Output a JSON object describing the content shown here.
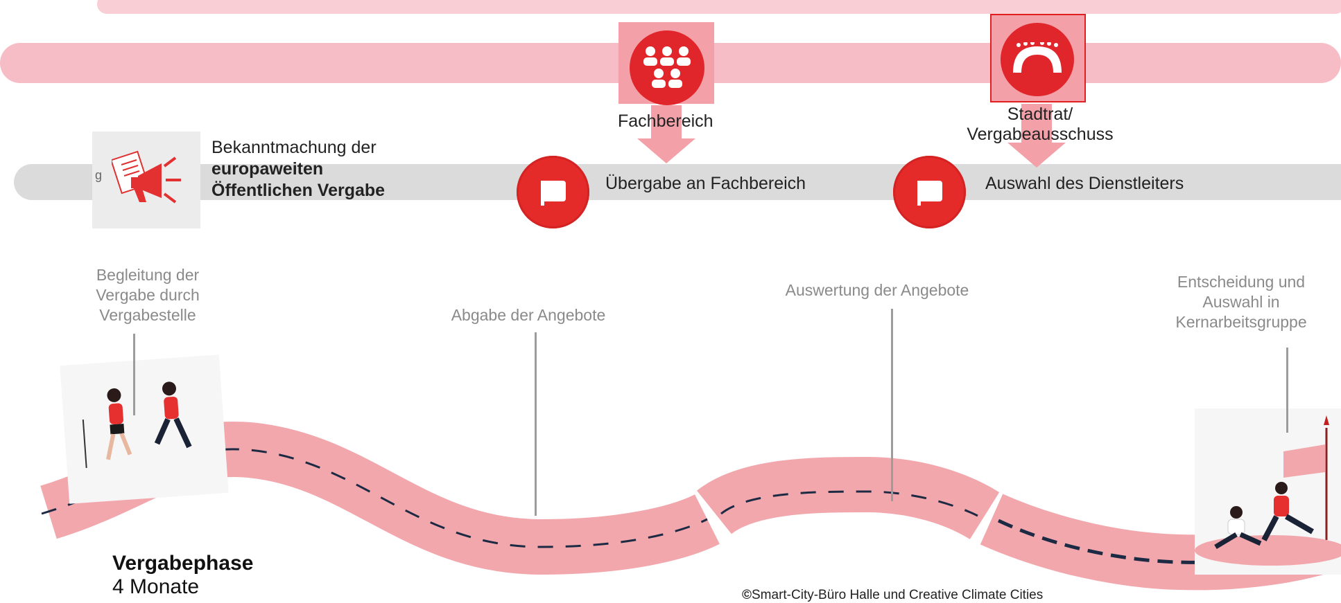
{
  "timeline": {
    "partial_left_text": "g",
    "announcement": {
      "line1": "Bekanntmachung der",
      "line2": "europaweiten",
      "line3": "Öffentlichen Vergabe"
    },
    "milestones": [
      {
        "label": "Übergabe an Fachbereich",
        "actor": "Fachbereich",
        "actor_icon": "group-icon"
      },
      {
        "label": "Auswahl des Dienstleiters",
        "actor_line1": "Stadtrat/",
        "actor_line2": "Vergabeausschuss",
        "actor_icon": "council-chamber-icon"
      }
    ]
  },
  "annotations": {
    "begleitung": [
      "Begleitung der",
      "Vergabe durch",
      "Vergabestelle"
    ],
    "abgabe": "Abgabe der Angebote",
    "auswertung": "Auswertung der Angebote",
    "entscheidung": [
      "Entscheidung und",
      "Auswahl in",
      "Kernarbeitsgruppe"
    ]
  },
  "phase": {
    "title": "Vergabephase",
    "duration": "4 Monate"
  },
  "credit": "Smart-City-Büro Halle und Creative Climate Cities",
  "colors": {
    "brand_red": "#e52a2a",
    "road_pink": "#f2a7ad",
    "band_gray": "#d9d9d9",
    "brush_pink": "#f7bfc7"
  }
}
